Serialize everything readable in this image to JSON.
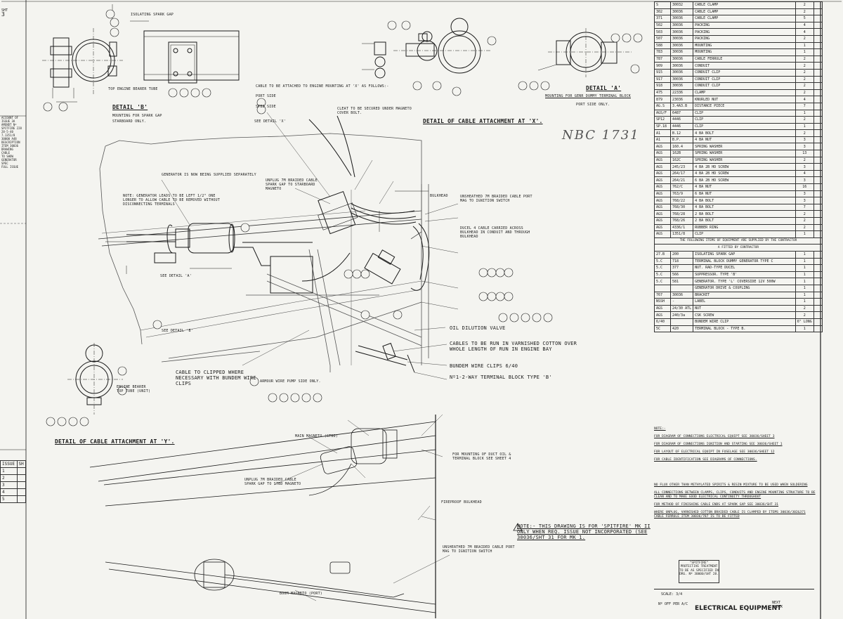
{
  "drawing_title": "ELECTRICAL EQUIPMENT",
  "scale": "SCALE: 3/4",
  "drg_number": "Nº OFF PER A/C",
  "title_block_extra": [
    "NEXT",
    "INDEX"
  ],
  "handwritten_ref": "NBC 1731",
  "sheet_label": [
    "SHT",
    "3"
  ],
  "protective_stamp": [
    "\"SPITFIRE\"",
    "PROTECTIVE TREATMENT",
    "TO BE AS SPECIFIED IN",
    "DRG. Nº 30000/SHT 28."
  ],
  "details": {
    "detail_b": "DETAIL 'B'",
    "detail_b_sub": "MOUNTING FOR SPARK GAP",
    "detail_b_sub2": "STARBOARD ONLY.",
    "detail_x": "DETAIL OF CABLE ATTACHMENT AT 'X'.",
    "detail_a": "DETAIL 'A'",
    "detail_a_sub": "MOUNTING FOR GENR DUMMY TERMINAL BLOCK",
    "detail_a_sub2": "PORT SIDE ONLY.",
    "detail_y": "DETAIL OF CABLE ATTACHMENT AT 'Y'."
  },
  "annotations": [
    "ISOLATING SPARK GAP",
    "TOP ENGINE BEARER TUBE",
    "CABLE TO BE ATTACHED TO ENGINE MOUNTING AT 'X' AS FOLLOWS:-",
    "PORT SIDE",
    "STBD SIDE",
    "SEE DETAIL 'X'",
    "CLEAT TO BE SECURED UNDER MAGNETO COVER BOLT.",
    "GENERATOR IS NOW BEING SUPPLIED SEPARATELY",
    "NOTE: GENERATOR LEADS TO BE LEFT 1/2\" ONE LONGER TO ALLOW CABLE TO BE REMOVED WITHOUT DISCONNECTING TERMINALS",
    "UNPLUG 7M BRAIDED CABLE SPARK GAP TO STARBOARD MAGNETO",
    "BULKHEAD",
    "UNSHEATHED 7M BRAIDED CABLE PORT MAG TO IGNITION SWITCH",
    "DUCEL 4 CABLE CARRIED ACROSS BULKHEAD IN CONDUIT AND THROUGH BULKHEAD",
    "SEE DETAIL 'A'",
    "SEE DETAIL 'B'",
    "OIL DILUTION VALVE",
    "CABLES TO BE RUN IN VARNISHED COTTON OVER WHOLE LENGTH OF RUN IN ENGINE BAY",
    "BUNDEM WIRE CLIPS 6/40",
    "Nº1-2-WAY TERMINAL BLOCK TYPE 'B'",
    "CABLE TO CLIPPED WHERE NECESSARY WITH BUNDEM WIRE CLIPS",
    "ARMOUR WIRE PUMP SIDE ONLY.",
    "ENGINE BEARER TOP TUBE (UNIT)",
    "UNPLUG 7M BRAIDED CABLE SPARK GAP TO STBD MAGNETO",
    "UNSHEATHED 7M BRAIDED CABLE PORT MAG TO IGNITION SWITCH",
    "FIREPROOF BULKHEAD",
    "BOOM MAGNETO (PORT)",
    "MAIN MAGNETO (STBD)",
    "FOR MOUNTING OF DUCT OIL & TERMINAL BLOCK SEE SHEET 4"
  ],
  "spitfire_note": "NOTE:- THIS DRAWING IS FOR 'SPITFIRE' MK II ONLY WHEN REQ. ISSUE NOT INCORPORATED (SEE 30036/SHT 31 FOR MK 1.",
  "parts_table": {
    "rows": [
      [
        "S",
        "30032",
        "CABLE CLAMP",
        "2"
      ],
      [
        "302",
        "30036",
        "CABLE CLAMP",
        "2"
      ],
      [
        "371",
        "30036",
        "CABLE CLAMP",
        "5"
      ],
      [
        "502",
        "30036",
        "PACKING",
        "4"
      ],
      [
        "503",
        "30036",
        "PACKING",
        "4"
      ],
      [
        "507",
        "30036",
        "PACKING",
        "2"
      ],
      [
        "588",
        "30036",
        "MOUNTING",
        "1"
      ],
      [
        "783",
        "30036",
        "MOUNTING",
        "1"
      ],
      [
        "787",
        "30036",
        "CABLE FERRULE",
        "2"
      ],
      [
        "909",
        "30036",
        "CONDUIT",
        "2"
      ],
      [
        "915",
        "30036",
        "CONDUIT CLIP",
        "2"
      ],
      [
        "917",
        "30036",
        "CONDUIT CLIP",
        "2"
      ],
      [
        "918",
        "30036",
        "CONDUIT CLIP",
        "2"
      ],
      [
        "475",
        "22336",
        "CLAMP",
        "2"
      ],
      [
        "879",
        "23036",
        "KNURLED NUT",
        "4"
      ],
      [
        "AG.S",
        "3.4A3.B",
        "DISTANCE PIECE",
        "7"
      ],
      [
        "AGS/F",
        "6487",
        "CLIP",
        "1"
      ],
      [
        "SP12",
        "4446",
        "CLIP",
        "2"
      ],
      [
        "SP.18",
        "4446",
        "CLIP",
        "1"
      ],
      [
        "A1",
        "B.12",
        "4 BA BOLT",
        "2"
      ],
      [
        "A1",
        "B.P.",
        "4 BA NUT",
        "3"
      ],
      [
        "AGS",
        "160.4",
        "SPRING WASHER",
        "3"
      ],
      [
        "AGS",
        "162B",
        "SPRING WASHER",
        "13"
      ],
      [
        "AGS",
        "162C",
        "SPRING WASHER",
        "2"
      ],
      [
        "AGS",
        "245/23",
        "4 BA 2B HD SCREW",
        "3"
      ],
      [
        "AGS",
        "264/17",
        "4 BA 2B HD SCREW",
        "4"
      ],
      [
        "AGS",
        "264/21",
        "6 BA 2B HD SCREW",
        "3"
      ],
      [
        "AGS",
        "762/C",
        "4 BA NUT",
        "16"
      ],
      [
        "AGS",
        "763/9",
        "6 BA NUT",
        "3"
      ],
      [
        "AGS",
        "768/22",
        "4 BA BOLT",
        "3"
      ],
      [
        "AGS",
        "768/30",
        "4 BA BOLT",
        "7"
      ],
      [
        "AGS",
        "768/28",
        "2 BA BOLT",
        "2"
      ],
      [
        "AGS",
        "768/26",
        "2 BA BOLT",
        "2"
      ],
      [
        "AGS",
        "4336/1",
        "RUBBER RING",
        "2"
      ],
      [
        "AGS",
        "1351/8",
        "CLIP",
        "1"
      ]
    ],
    "note_row_1": "THE FOLLOWING ITEMS OF EQUIPMENT ARE SUPPLIED BY THE CONTRACTOR",
    "note_row_2": "A FITTED BY CONTRACTOR",
    "rows_b": [
      [
        "27.B",
        "200",
        "ISOLATING SPARK GAP",
        "1"
      ],
      [
        "5.C",
        "718",
        "TERMINAL BLOCK DUMMY GENERATOR TYPE C",
        "1"
      ],
      [
        "5.C",
        "377",
        "NUT. RAD-TYPE DUCEL",
        "1"
      ],
      [
        "5.C",
        "566",
        "SUPPRESSOR. TYPE 'B'",
        "1"
      ],
      [
        "5.C",
        "581",
        "GENERATOR. TYPE 'L' COVERSIDE 12V 500W",
        "1"
      ],
      [
        "",
        "",
        "GENERATOR DRIVE & COUPLING",
        "1"
      ],
      [
        "767",
        "30036",
        "BRACKET",
        "1"
      ],
      [
        "NSSH",
        "-",
        "LABEL",
        "1"
      ],
      [
        "AGS",
        "24/30 ATL",
        "NUT",
        "2"
      ],
      [
        "AGS",
        "240/3a",
        "CSK SCREW",
        "2"
      ],
      [
        "6/40",
        "",
        "BUNDEM WIRE CLIP",
        "6\" LONG"
      ],
      [
        "5C",
        "420",
        "TERMINAL BLOCK - TYPE B.",
        "1"
      ]
    ]
  },
  "notes_block": [
    "NOTE:-",
    "FOR DIAGRAM OF CONNECTIONS ELECTRICAL EQUIPT SEE 30036/SHEET 3",
    "FOR DIAGRAM OF CONNECTIONS IGNITION AND STARTING SEE 30036/SHEET 1",
    "FOR LAYOUT OF ELECTRICAL EQUIPT IN FUSELAGE SEE 30036/SHEET 12",
    "FOR CABLE IDENTIFICATION SEE DIAGRAMS OF CONNECTIONS.",
    "NO FLUX OTHER THAN METHYLATED SPIRITS & RESIN MIXTURE TO BE USED WHEN SOLDERING",
    "ALL CONNECTIONS BETWEEN CLAMPS, CLIPS, CONDUITS AND ENGINE MOUNTING STRUCTURE TO BE CLEAN AND TO MAKE GOOD ELECTRICAL CONTINUITY THROUGHOUT",
    "FOR METHOD OF FINISHING CABLE ENDS AT SPARK GAP SEE 30036/SHT 31",
    "WHERE UNPLUG, VARNISHED COTTON BRAIDED CABLE IS CLAMPED BY ITEMS 30036/302&371 CABLE FERRULE ITEM 30036/787 IS TO BE FITTED"
  ],
  "issue_table": {
    "header": [
      "ISSUE",
      "SH"
    ],
    "rows": [
      "1",
      "2",
      "3",
      "4",
      "5"
    ]
  },
  "margin_notes": [
    "ACCOUNT OF",
    "ISSUE 3A",
    "AMENDT Nº",
    "SPITFIRE 228",
    "28-5-40",
    "7.1351/8",
    "30000 A48",
    "DESCRIPTION",
    "ITEM 30036",
    "DRAWING",
    "CABLE",
    "TO SHOW",
    "GENERATOR",
    "SPEC",
    "FULL ISSUE"
  ]
}
